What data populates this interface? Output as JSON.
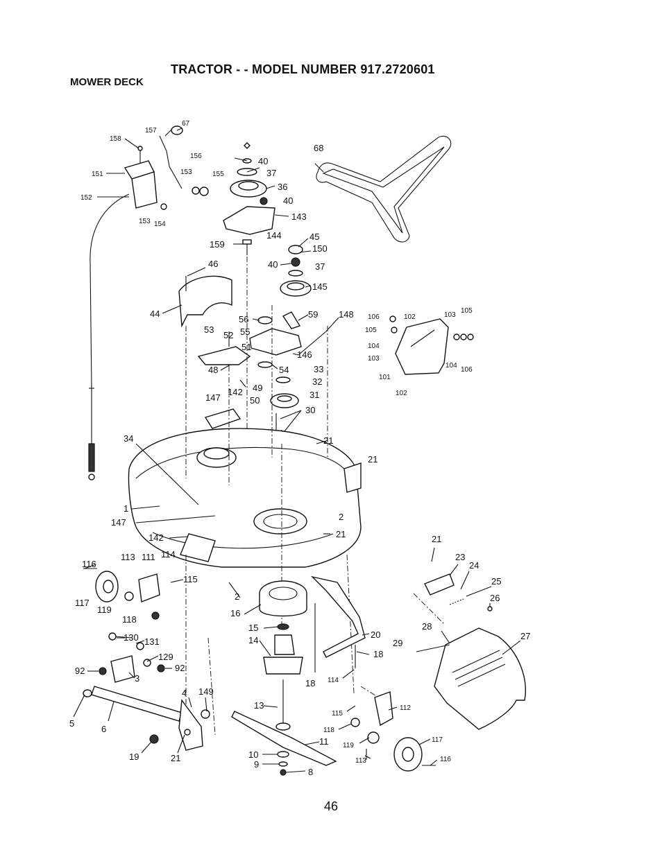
{
  "header": {
    "title": "TRACTOR - - MODEL NUMBER 917.2720601",
    "subtitle": "MOWER DECK"
  },
  "page_number": "46",
  "callouts": [
    {
      "id": "c158",
      "label": "158",
      "size": "sm"
    },
    {
      "id": "c157",
      "label": "157",
      "size": "sm"
    },
    {
      "id": "c67",
      "label": "67",
      "size": "sm"
    },
    {
      "id": "c156",
      "label": "156",
      "size": "sm"
    },
    {
      "id": "c151",
      "label": "151",
      "size": "sm"
    },
    {
      "id": "c153a",
      "label": "153",
      "size": "sm"
    },
    {
      "id": "c155",
      "label": "155",
      "size": "sm"
    },
    {
      "id": "c152",
      "label": "152",
      "size": "sm"
    },
    {
      "id": "c153b",
      "label": "153",
      "size": "sm"
    },
    {
      "id": "c154",
      "label": "154",
      "size": "sm"
    },
    {
      "id": "c40a",
      "label": "40"
    },
    {
      "id": "c37a",
      "label": "37"
    },
    {
      "id": "c36",
      "label": "36"
    },
    {
      "id": "c40b",
      "label": "40"
    },
    {
      "id": "c143",
      "label": "143"
    },
    {
      "id": "c144",
      "label": "144"
    },
    {
      "id": "c159",
      "label": "159"
    },
    {
      "id": "c45",
      "label": "45"
    },
    {
      "id": "c150",
      "label": "150"
    },
    {
      "id": "c40c",
      "label": "40"
    },
    {
      "id": "c37b",
      "label": "37"
    },
    {
      "id": "c145",
      "label": "145"
    },
    {
      "id": "c68",
      "label": "68"
    },
    {
      "id": "c46",
      "label": "46"
    },
    {
      "id": "c44",
      "label": "44"
    },
    {
      "id": "c56",
      "label": "56"
    },
    {
      "id": "c59",
      "label": "59"
    },
    {
      "id": "c148",
      "label": "148"
    },
    {
      "id": "c53",
      "label": "53"
    },
    {
      "id": "c52",
      "label": "52"
    },
    {
      "id": "c55",
      "label": "55"
    },
    {
      "id": "c51",
      "label": "51"
    },
    {
      "id": "c146",
      "label": "146"
    },
    {
      "id": "c48",
      "label": "48"
    },
    {
      "id": "c54",
      "label": "54"
    },
    {
      "id": "c33",
      "label": "33"
    },
    {
      "id": "c49",
      "label": "49"
    },
    {
      "id": "c32",
      "label": "32"
    },
    {
      "id": "c147a",
      "label": "147"
    },
    {
      "id": "c142a",
      "label": "142"
    },
    {
      "id": "c50",
      "label": "50"
    },
    {
      "id": "c31",
      "label": "31"
    },
    {
      "id": "c30",
      "label": "30"
    },
    {
      "id": "c34",
      "label": "34"
    },
    {
      "id": "c21a",
      "label": "21"
    },
    {
      "id": "c21b",
      "label": "21"
    },
    {
      "id": "c1",
      "label": "1"
    },
    {
      "id": "c147b",
      "label": "147"
    },
    {
      "id": "c2a",
      "label": "2"
    },
    {
      "id": "c21c",
      "label": "21"
    },
    {
      "id": "c142b",
      "label": "142"
    },
    {
      "id": "c106a",
      "label": "106",
      "size": "sm"
    },
    {
      "id": "c102a",
      "label": "102",
      "size": "sm"
    },
    {
      "id": "c103a",
      "label": "103",
      "size": "sm"
    },
    {
      "id": "c105a",
      "label": "105",
      "size": "sm"
    },
    {
      "id": "c105b",
      "label": "105",
      "size": "sm"
    },
    {
      "id": "c104a",
      "label": "104",
      "size": "sm"
    },
    {
      "id": "c103b",
      "label": "103",
      "size": "sm"
    },
    {
      "id": "c104b",
      "label": "104",
      "size": "sm"
    },
    {
      "id": "c106b",
      "label": "106",
      "size": "sm"
    },
    {
      "id": "c101",
      "label": "101",
      "size": "sm"
    },
    {
      "id": "c102b",
      "label": "102",
      "size": "sm"
    },
    {
      "id": "c116a",
      "label": "116"
    },
    {
      "id": "c113a",
      "label": "113"
    },
    {
      "id": "c111",
      "label": "111"
    },
    {
      "id": "c114a",
      "label": "114"
    },
    {
      "id": "c115a",
      "label": "115"
    },
    {
      "id": "c117a",
      "label": "117"
    },
    {
      "id": "c119a",
      "label": "119"
    },
    {
      "id": "c2b",
      "label": "2"
    },
    {
      "id": "c16",
      "label": "16"
    },
    {
      "id": "c118a",
      "label": "118"
    },
    {
      "id": "c21d",
      "label": "21"
    },
    {
      "id": "c23",
      "label": "23"
    },
    {
      "id": "c24",
      "label": "24"
    },
    {
      "id": "c25",
      "label": "25"
    },
    {
      "id": "c26",
      "label": "26"
    },
    {
      "id": "c28",
      "label": "28"
    },
    {
      "id": "c27",
      "label": "27"
    },
    {
      "id": "c29",
      "label": "29"
    },
    {
      "id": "c130",
      "label": "130"
    },
    {
      "id": "c131",
      "label": "131"
    },
    {
      "id": "c15",
      "label": "15"
    },
    {
      "id": "c14",
      "label": "14"
    },
    {
      "id": "c20",
      "label": "20"
    },
    {
      "id": "c129",
      "label": "129"
    },
    {
      "id": "c18a",
      "label": "18"
    },
    {
      "id": "c92a",
      "label": "92"
    },
    {
      "id": "c92b",
      "label": "92"
    },
    {
      "id": "c3",
      "label": "3"
    },
    {
      "id": "c18b",
      "label": "18"
    },
    {
      "id": "c114b",
      "label": "114"
    },
    {
      "id": "c4",
      "label": "4"
    },
    {
      "id": "c149",
      "label": "149"
    },
    {
      "id": "c13",
      "label": "13"
    },
    {
      "id": "c115b",
      "label": "115"
    },
    {
      "id": "c112",
      "label": "112"
    },
    {
      "id": "c5",
      "label": "5"
    },
    {
      "id": "c6",
      "label": "6"
    },
    {
      "id": "c118b",
      "label": "118"
    },
    {
      "id": "c117b",
      "label": "117"
    },
    {
      "id": "c11",
      "label": "11"
    },
    {
      "id": "c119b",
      "label": "119"
    },
    {
      "id": "c19",
      "label": "19"
    },
    {
      "id": "c21e",
      "label": "21"
    },
    {
      "id": "c10",
      "label": "10"
    },
    {
      "id": "c113b",
      "label": "113"
    },
    {
      "id": "c116b",
      "label": "116"
    },
    {
      "id": "c9",
      "label": "9"
    },
    {
      "id": "c8",
      "label": "8"
    }
  ]
}
